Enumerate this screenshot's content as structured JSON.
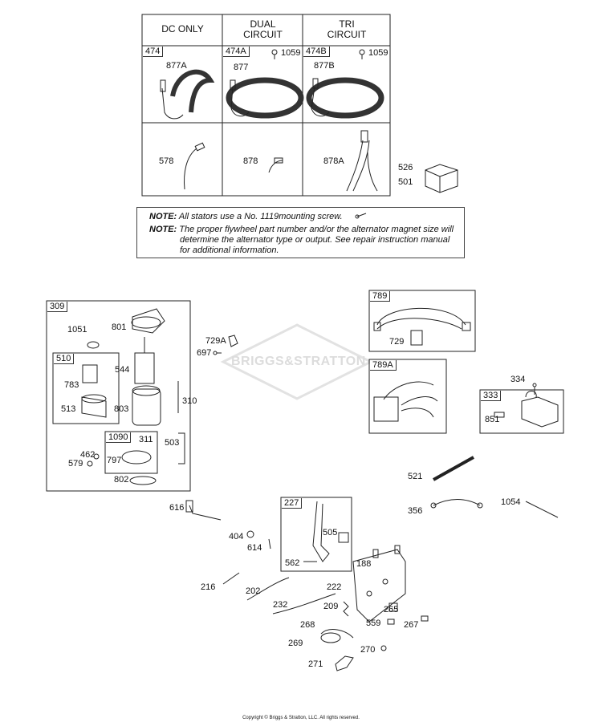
{
  "table": {
    "col_headers": [
      "DC ONLY",
      "DUAL\nCIRCUIT",
      "TRI\nCIRCUIT"
    ],
    "kits": [
      "474",
      "474A",
      "474B"
    ],
    "screw_label": "1059",
    "stator_parts": [
      "877A",
      "877",
      "877B"
    ],
    "harness_parts": [
      "578",
      "878",
      "878A"
    ]
  },
  "regulator_labels": [
    "526",
    "501"
  ],
  "notes": {
    "prefix": "NOTE:",
    "note1": "All stators use a No. 1119mounting screw.",
    "note2_line1": "The proper flywheel part number and/or the alternator magnet size will",
    "note2_line2": "determine the alternator type or output. See repair instruction manual",
    "note2_line3": "for additional information."
  },
  "watermark": "BRIGGS&STRATTON",
  "boxes": {
    "b309": "309",
    "b510": "510",
    "b1090": "1090",
    "b789": "789",
    "b789A": "789A",
    "b333": "333",
    "b227": "227"
  },
  "parts": {
    "p1051": "1051",
    "p801": "801",
    "p544": "544",
    "p783": "783",
    "p513": "513",
    "p803": "803",
    "p310": "310",
    "p311": "311",
    "p503": "503",
    "p462": "462",
    "p579": "579",
    "p797": "797",
    "p802": "802",
    "p729A": "729A",
    "p697": "697",
    "p729": "729",
    "p334": "334",
    "p851": "851",
    "p521": "521",
    "p616": "616",
    "p356": "356",
    "p1054": "1054",
    "p404": "404",
    "p614": "614",
    "p505": "505",
    "p562": "562",
    "p188": "188",
    "p216": "216",
    "p202": "202",
    "p222": "222",
    "p232": "232",
    "p209": "209",
    "p265": "265",
    "p268": "268",
    "p559": "559",
    "p267": "267",
    "p269": "269",
    "p270": "270",
    "p271": "271"
  },
  "copyright": "Copyright © Briggs & Stratton, LLC. All rights reserved."
}
